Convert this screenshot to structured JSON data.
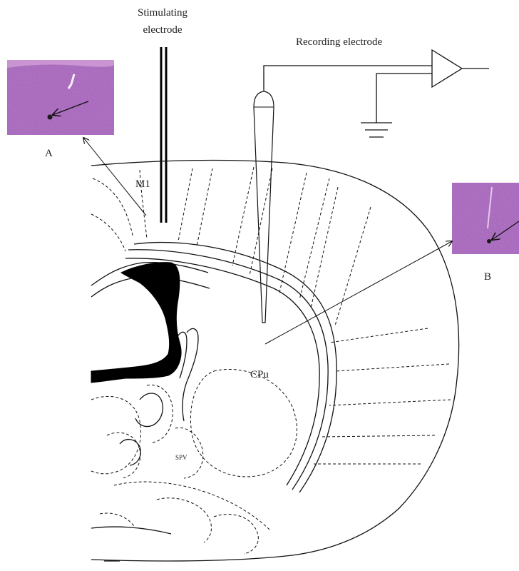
{
  "labels": {
    "stimulating_line1": "Stimulating",
    "stimulating_line2": "electrode",
    "recording": "Recording electrode",
    "inset_a": "A",
    "inset_b": "B",
    "region_m1": "M1",
    "region_cpu": "CPu",
    "small_mark": "SPV"
  },
  "colors": {
    "stain_base": "#a86bbd",
    "stain_dark": "#7c4fa8",
    "stain_light": "#d6a6d8",
    "line": "#111111"
  }
}
